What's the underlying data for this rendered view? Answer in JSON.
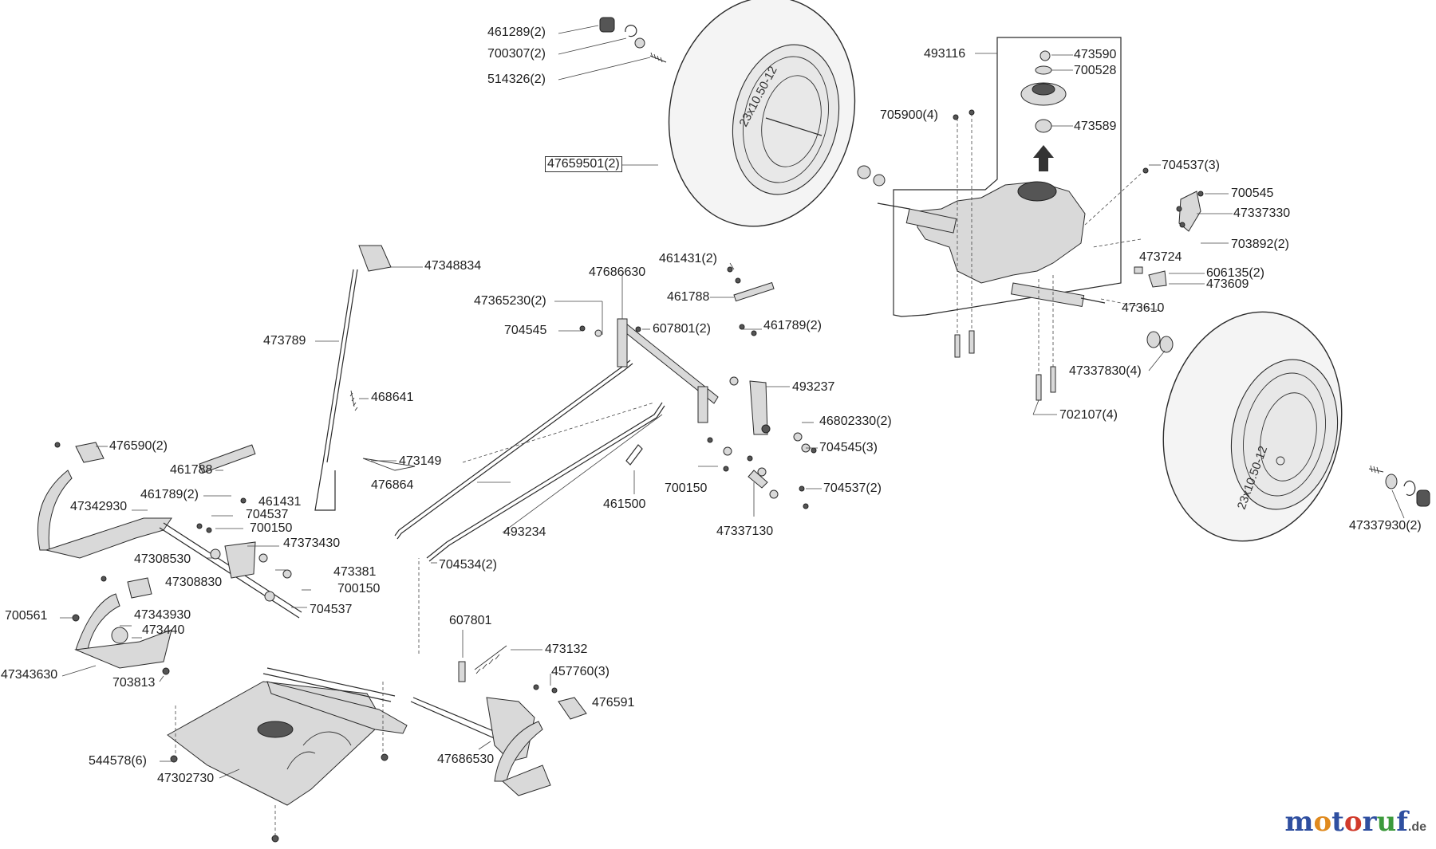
{
  "diagram": {
    "parts": [
      {
        "id": "p01",
        "text": "461289(2)"
      },
      {
        "id": "p02",
        "text": "700307(2)"
      },
      {
        "id": "p03",
        "text": "514326(2)"
      },
      {
        "id": "p04",
        "text": "47659501(2)",
        "boxed": true
      },
      {
        "id": "p05",
        "text": "493116"
      },
      {
        "id": "p06",
        "text": "473590"
      },
      {
        "id": "p07",
        "text": "700528"
      },
      {
        "id": "p08",
        "text": "705900(4)"
      },
      {
        "id": "p09",
        "text": "473589"
      },
      {
        "id": "p10",
        "text": "704537(3)"
      },
      {
        "id": "p11",
        "text": "700545"
      },
      {
        "id": "p12",
        "text": "47337330"
      },
      {
        "id": "p13",
        "text": "703892(2)"
      },
      {
        "id": "p14",
        "text": "473724"
      },
      {
        "id": "p15",
        "text": "606135(2)"
      },
      {
        "id": "p16",
        "text": "473609"
      },
      {
        "id": "p17",
        "text": "473610"
      },
      {
        "id": "p18",
        "text": "47348834"
      },
      {
        "id": "p19",
        "text": "461431(2)"
      },
      {
        "id": "p20",
        "text": "47686630"
      },
      {
        "id": "p21",
        "text": "47365230(2)"
      },
      {
        "id": "p22",
        "text": "461788"
      },
      {
        "id": "p23",
        "text": "704545"
      },
      {
        "id": "p24",
        "text": "607801(2)"
      },
      {
        "id": "p25",
        "text": "461789(2)"
      },
      {
        "id": "p26",
        "text": "473789"
      },
      {
        "id": "p27",
        "text": "47337830(4)"
      },
      {
        "id": "p28",
        "text": "493237"
      },
      {
        "id": "p29",
        "text": "468641"
      },
      {
        "id": "p30",
        "text": "46802330(2)"
      },
      {
        "id": "p31",
        "text": "704545(3)"
      },
      {
        "id": "p32",
        "text": "702107(4)"
      },
      {
        "id": "p33",
        "text": "476590(2)"
      },
      {
        "id": "p34",
        "text": "473149"
      },
      {
        "id": "p35",
        "text": "461788"
      },
      {
        "id": "p36",
        "text": "476864"
      },
      {
        "id": "p37",
        "text": "700150"
      },
      {
        "id": "p38",
        "text": "704537(2)"
      },
      {
        "id": "p39",
        "text": "461789(2)"
      },
      {
        "id": "p40",
        "text": "461431"
      },
      {
        "id": "p41",
        "text": "461500"
      },
      {
        "id": "p42",
        "text": "47342930"
      },
      {
        "id": "p43",
        "text": "704537"
      },
      {
        "id": "p44",
        "text": "700150"
      },
      {
        "id": "p45",
        "text": "47337130"
      },
      {
        "id": "p46",
        "text": "47337930(2)"
      },
      {
        "id": "p47",
        "text": "493234"
      },
      {
        "id": "p48",
        "text": "47373430"
      },
      {
        "id": "p49",
        "text": "47308530"
      },
      {
        "id": "p50",
        "text": "704534(2)"
      },
      {
        "id": "p51",
        "text": "473381"
      },
      {
        "id": "p52",
        "text": "47308830"
      },
      {
        "id": "p53",
        "text": "700150"
      },
      {
        "id": "p54",
        "text": "704537"
      },
      {
        "id": "p55",
        "text": "700561"
      },
      {
        "id": "p56",
        "text": "47343930"
      },
      {
        "id": "p57",
        "text": "473440"
      },
      {
        "id": "p58",
        "text": "607801"
      },
      {
        "id": "p59",
        "text": "47343630"
      },
      {
        "id": "p60",
        "text": "703813"
      },
      {
        "id": "p61",
        "text": "473132"
      },
      {
        "id": "p62",
        "text": "457760(3)"
      },
      {
        "id": "p63",
        "text": "476591"
      },
      {
        "id": "p64",
        "text": "544578(6)"
      },
      {
        "id": "p65",
        "text": "47686530"
      },
      {
        "id": "p66",
        "text": "47302730"
      }
    ],
    "tire_marking": "23x10.50-12",
    "tire_marking_rear": "23x10.50-12",
    "colors": {
      "line": "#2b2b2b",
      "logo_m": "#2f4fa0",
      "logo_o1": "#e08a1e",
      "logo_o2": "#d13a2b",
      "logo_u": "#3c9a3c"
    }
  },
  "watermark": {
    "chars": [
      "m",
      "o",
      "t",
      "o",
      "r",
      "u",
      "f"
    ],
    "suffix": ".de"
  }
}
